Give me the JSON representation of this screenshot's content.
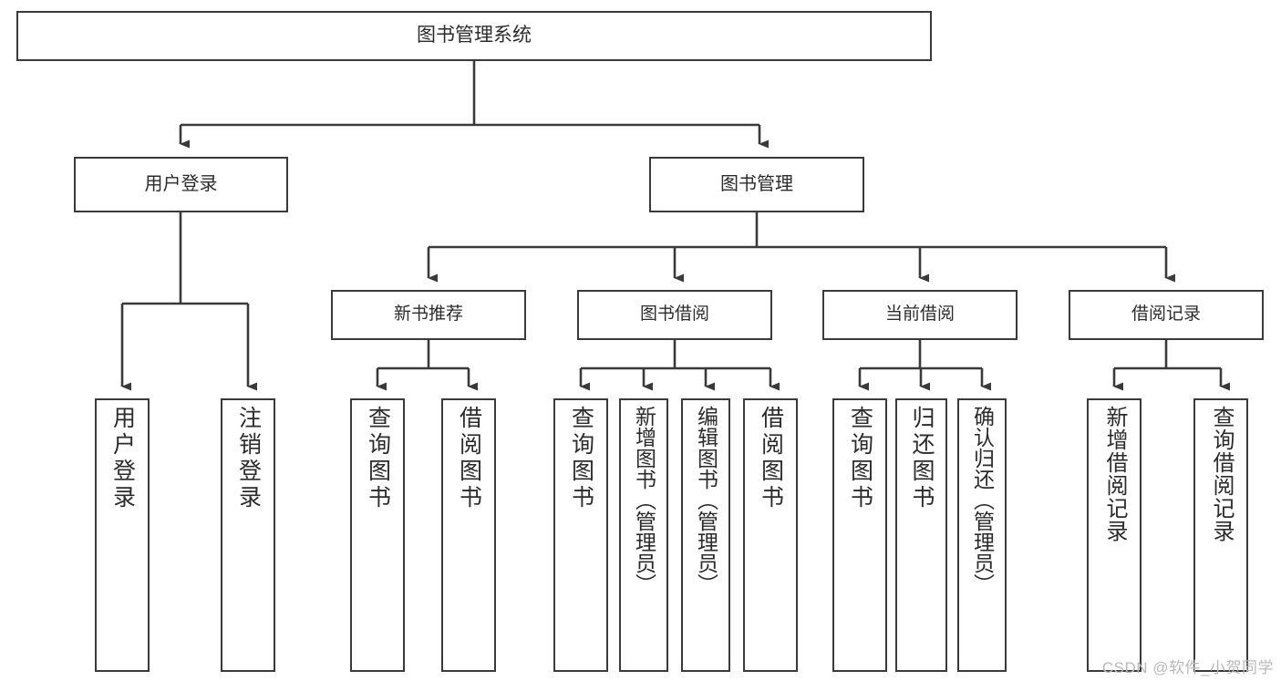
{
  "diagram": {
    "title": "图书管理系统",
    "type": "hierarchy-tree",
    "root": {
      "label": "图书管理系统"
    },
    "level1": [
      {
        "label": "用户登录"
      },
      {
        "label": "图书管理"
      }
    ],
    "level2": [
      {
        "label": "新书推荐"
      },
      {
        "label": "图书借阅"
      },
      {
        "label": "当前借阅"
      },
      {
        "label": "借阅记录"
      }
    ],
    "leaves": {
      "user_login": [
        {
          "label": "用户登录"
        },
        {
          "label": "注销登录"
        }
      ],
      "new_book_recommend": [
        {
          "label": "查询图书"
        },
        {
          "label": "借阅图书"
        }
      ],
      "book_borrow": [
        {
          "label": "查询图书"
        },
        {
          "label": "新增图书（管理员）"
        },
        {
          "label": "编辑图书（管理员）"
        },
        {
          "label": "借阅图书"
        }
      ],
      "current_borrow": [
        {
          "label": "查询图书"
        },
        {
          "label": "归还图书"
        },
        {
          "label": "确认归还（管理员）"
        }
      ],
      "borrow_record": [
        {
          "label": "新增借阅记录"
        },
        {
          "label": "查询借阅记录"
        }
      ]
    }
  },
  "watermark": {
    "text": "CSDN @软件_小贺同学"
  },
  "colors": {
    "box_border": "#3a3a3a",
    "box_fill": "#ffffff",
    "text": "#2b2b2b",
    "line": "#3a3a3a",
    "watermark": "#b9b9b9"
  }
}
